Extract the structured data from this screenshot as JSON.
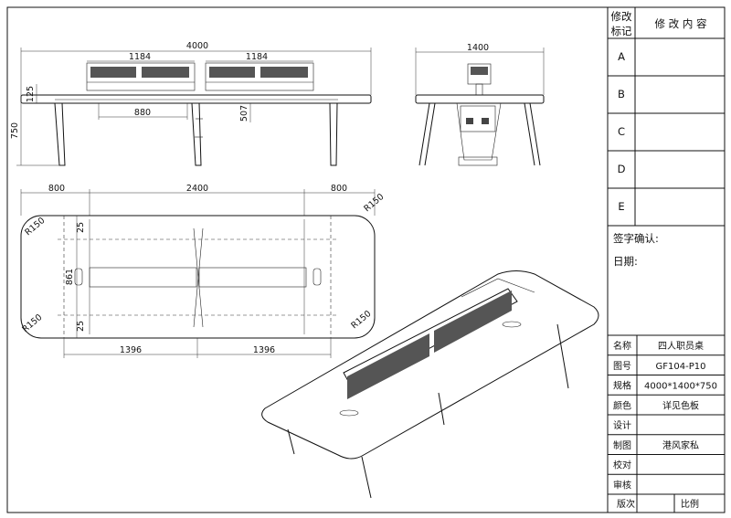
{
  "dimensions": {
    "overall_length": "4000",
    "screen_a": "1184",
    "screen_b": "1184",
    "screen_height": "125",
    "inner_span": "880",
    "gap_height": "507",
    "table_height": "750",
    "side_width": "1400",
    "end_left": "800",
    "middle": "2400",
    "end_right": "800",
    "radius_tl": "R150",
    "radius_tr": "R150",
    "radius_bl": "R150",
    "radius_br": "R150",
    "edge_top": "25",
    "depth": "861",
    "edge_bottom": "25",
    "half_left": "1396",
    "half_right": "1396"
  },
  "title_block": {
    "revision_label": "修改\n标记",
    "revision_label_line1": "修改",
    "revision_label_line2": "标记",
    "revision_content": "修 改 内 容",
    "rows": [
      "A",
      "B",
      "C",
      "D",
      "E"
    ],
    "sign_label": "签字确认:",
    "date_label": "日期:",
    "fields": [
      {
        "label": "名称",
        "value": "四人职员桌"
      },
      {
        "label": "图号",
        "value": "GF104-P10"
      },
      {
        "label": "规格",
        "value": "4000*1400*750"
      },
      {
        "label": "颜色",
        "value": "详见色板"
      },
      {
        "label": "设计",
        "value": ""
      },
      {
        "label": "制图",
        "value": "港风家私"
      },
      {
        "label": "校对",
        "value": ""
      },
      {
        "label": "审核",
        "value": ""
      }
    ],
    "version_label": "版次",
    "scale_label": "比例"
  }
}
